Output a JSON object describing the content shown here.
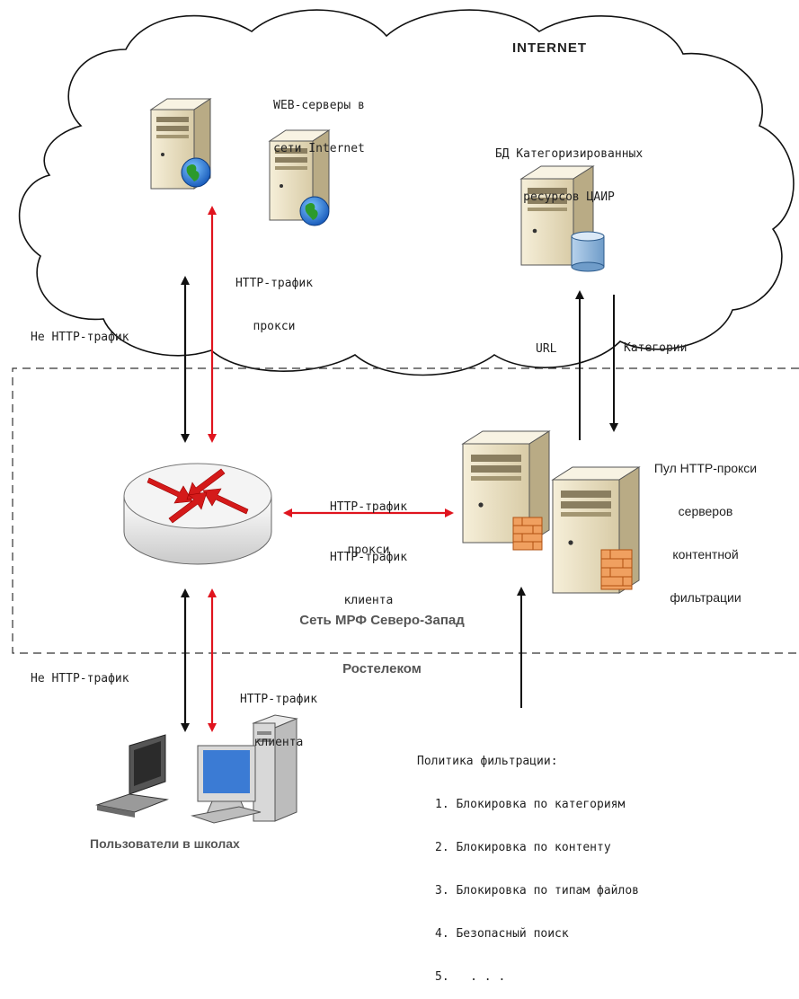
{
  "cloud": {
    "title": "INTERNET"
  },
  "web_servers": {
    "label_line1": "WEB-серверы в",
    "label_line2": "сети Internet"
  },
  "db": {
    "label_line1": "БД Категоризированных",
    "label_line2": "ресурсов ЦАИР"
  },
  "http_proxy_top": {
    "line1": "HTTP-трафик",
    "line2": "прокси"
  },
  "non_http_top": "Не HTTP-трафик",
  "url_label": "URL",
  "categories_label": "Категории",
  "proxy_pool": {
    "line1": "Пул HTTP-прокси",
    "line2": "серверов",
    "line3": "контентной",
    "line4": "фильтрации"
  },
  "mid_traffic": {
    "line1": "HTTP-трафик",
    "line2": "прокси",
    "line3": "HTTP-трафик",
    "line4": "клиента"
  },
  "network": {
    "line1": "Сеть МРФ Северо-Запад",
    "line2": "Ростелеком"
  },
  "non_http_bottom": "Не HTTP-трафик",
  "http_client_bottom": {
    "line1": "HTTP-трафик",
    "line2": "клиента"
  },
  "policy": {
    "title": "Политика фильтрации:",
    "items": [
      "1. Блокировка по категориям",
      "2. Блокировка по контенту",
      "3. Блокировка по типам файлов",
      "4. Безопасный поиск",
      "5.   . . ."
    ]
  },
  "users": "Пользователи в школах",
  "colors": {
    "red_arrow": "#e0141e",
    "black_arrow": "#111111",
    "server_body": "#e9dfc4"
  }
}
